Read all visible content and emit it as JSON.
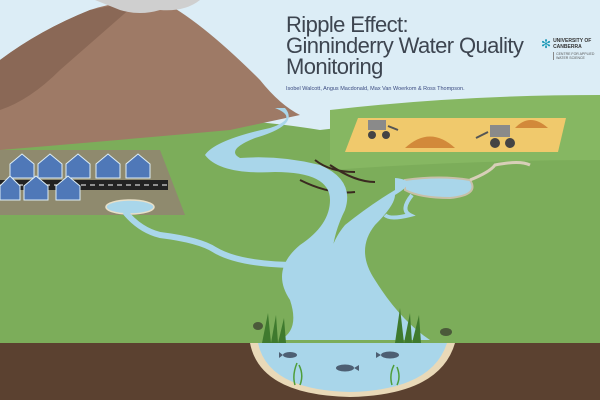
{
  "poster": {
    "title_lines": [
      "Ripple Effect:",
      "Ginninderry Water Quality",
      "Monitoring"
    ],
    "authors": "Isobel Walcott, Angus Macdonald, Max Van Woerkom & Ross Thompson.",
    "logo": {
      "line1": "UNIVERSITY OF",
      "line2": "CANBERRA",
      "sub1": "CENTRE FOR APPLIED",
      "sub2": "WATER SCIENCE",
      "icon": "snowflake-star-icon"
    }
  },
  "colors": {
    "sky": "#dcedf6",
    "grass": "#7cad5a",
    "mountain": "#9e7a66",
    "soil": "#5b4130",
    "water": "#a9d6ea",
    "houses": "#4f78b8",
    "sand": "#f0c96c"
  }
}
